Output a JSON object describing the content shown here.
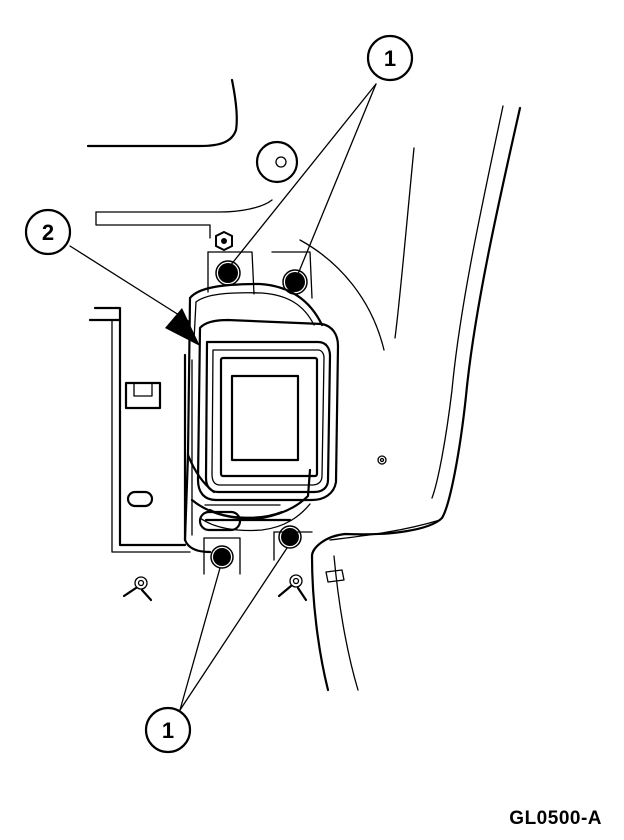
{
  "callouts": {
    "bolt_top": "1",
    "light_assembly": "2",
    "bolt_bottom": "1"
  },
  "figure_id": "GL0500-A"
}
